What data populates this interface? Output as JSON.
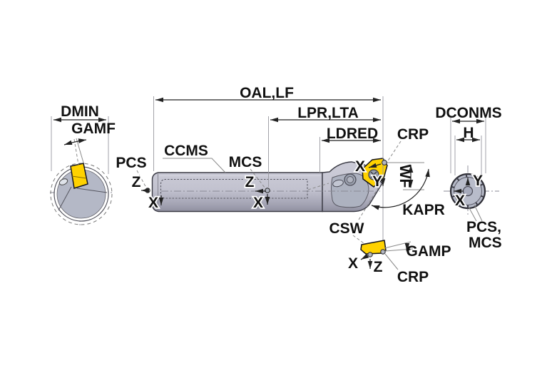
{
  "colors": {
    "insert_yellow": "#ffd200",
    "body_gray_light": "#c9c9d5",
    "body_gray_dark": "#8f8fa0",
    "outline": "#3a3a44",
    "dimension_line": "#222222",
    "thin_line": "#8a8a8a",
    "text": "#111111"
  },
  "left_end_view": {
    "diameter_label": "DMIN",
    "rake_angle_label": "GAMF"
  },
  "side_view": {
    "overall_length_label": "OAL,LF",
    "programming_length_label": "LPR,LTA",
    "reduced_length_label": "LDRED",
    "ccms_label": "CCMS",
    "pcs": {
      "label": "PCS",
      "z": "Z",
      "x": "X"
    },
    "mcs": {
      "label": "MCS",
      "z": "Z",
      "x": "X"
    },
    "crp_label": "CRP",
    "insert_axes": {
      "x": "X",
      "y": "Y"
    },
    "wf_label": "WF",
    "kapr_label": "KAPR",
    "csw_label": "CSW"
  },
  "bottom_view": {
    "gamp_label": "GAMP",
    "crp_label": "CRP",
    "x": "X",
    "z": "Z"
  },
  "right_end_view": {
    "connection_diameter_label": "DCONMS",
    "height_label": "H",
    "y": "Y",
    "x": "X",
    "pcs_mcs_line1": "PCS,",
    "pcs_mcs_line2": "MCS"
  }
}
